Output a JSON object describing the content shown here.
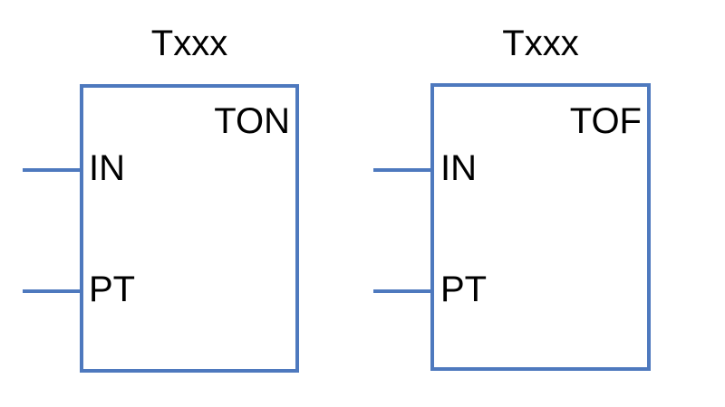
{
  "page": {
    "background_color": "#FFFFFF",
    "accent_color": "#4E79BE",
    "text_color": "#000000"
  },
  "blocks": [
    {
      "instance_name": "Txxx",
      "type_name": "TON",
      "inputs": [
        {
          "name": "IN"
        },
        {
          "name": "PT"
        }
      ]
    },
    {
      "instance_name": "Txxx",
      "type_name": "TOF",
      "inputs": [
        {
          "name": "IN"
        },
        {
          "name": "PT"
        }
      ]
    }
  ]
}
